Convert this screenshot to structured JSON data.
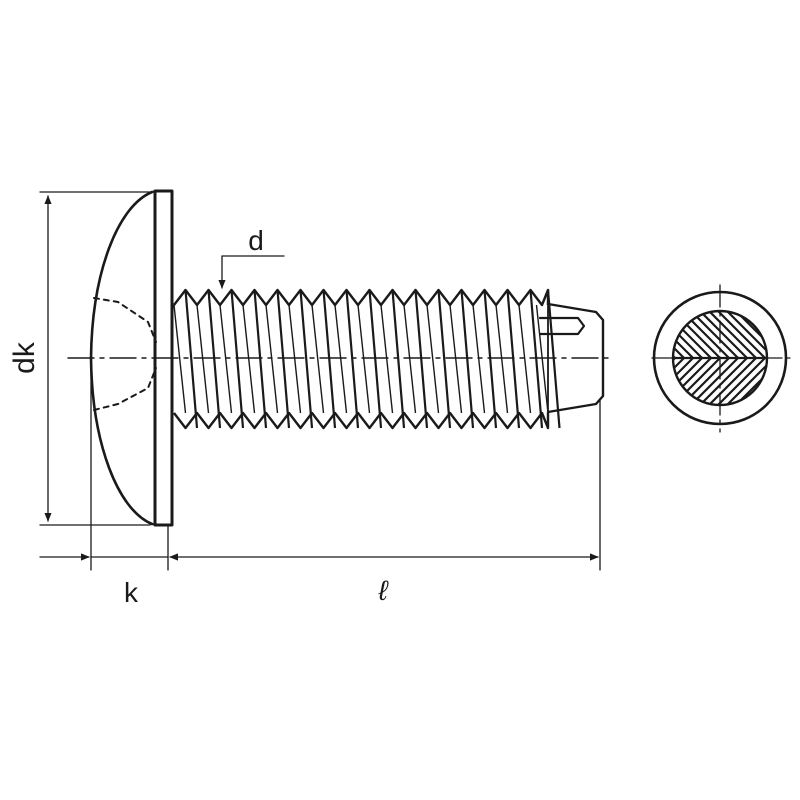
{
  "dimension_labels": {
    "head_diameter": "dk",
    "head_height": "k",
    "length": "ℓ",
    "thread_diameter": "d"
  },
  "colors": {
    "line": "#1a1a1a",
    "background": "#ffffff"
  }
}
